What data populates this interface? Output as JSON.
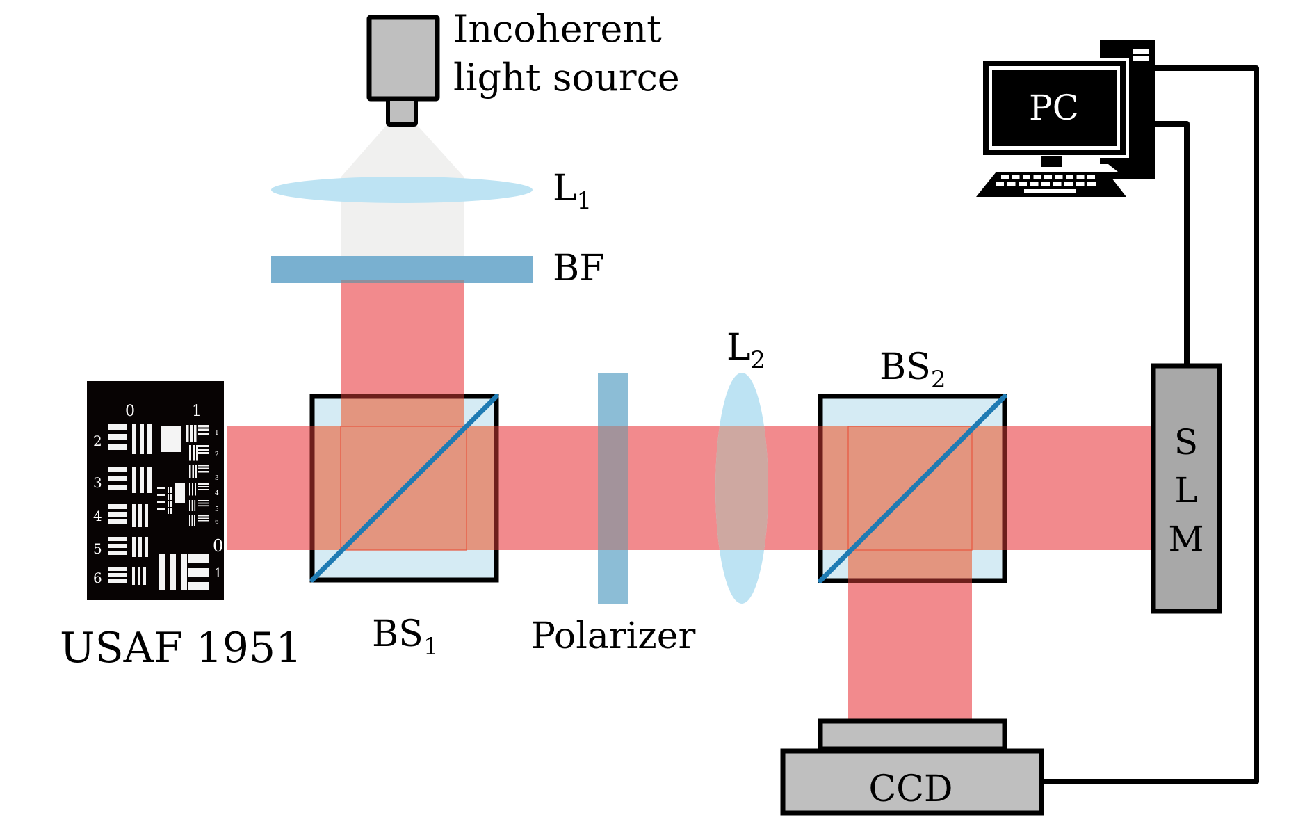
{
  "diagram": {
    "type": "optical-setup",
    "colors": {
      "beam": "#f28a8d",
      "beam_overlap": "#e3957f",
      "glass": "#d5ebf4",
      "lens": "#bde3f3",
      "filter": "#79b0d0",
      "polarizer": "#8cbdd6",
      "splitter_mirror": "#1f7bb3",
      "device_gray": "#bfbfbf",
      "slm_gray": "#a8a8a8",
      "incoherent_light": "#f0f0ef",
      "outline": "#000000"
    },
    "labels": {
      "source_line1": "Incoherent",
      "source_line2": "light source",
      "lens1": "L",
      "lens1_sub": "1",
      "filter": "BF",
      "lens2": "L",
      "lens2_sub": "2",
      "bs2": "BS",
      "bs2_sub": "2",
      "bs1": "BS",
      "bs1_sub": "1",
      "target": "USAF 1951",
      "polarizer": "Polarizer",
      "slm_s": "S",
      "slm_l": "L",
      "slm_m": "M",
      "pc": "PC",
      "ccd": "CCD"
    },
    "usaf_target": {
      "group_labels_top": [
        "0",
        "1"
      ],
      "element_labels_left": [
        "2",
        "3",
        "4",
        "5",
        "6"
      ],
      "element_labels_right": [
        "1",
        "2",
        "3",
        "4",
        "5",
        "6"
      ],
      "group_labels_bottom_right": [
        "0",
        "1"
      ]
    },
    "connections": [
      {
        "from": "PC",
        "to": "CCD"
      },
      {
        "from": "PC",
        "to": "SLM"
      }
    ]
  }
}
